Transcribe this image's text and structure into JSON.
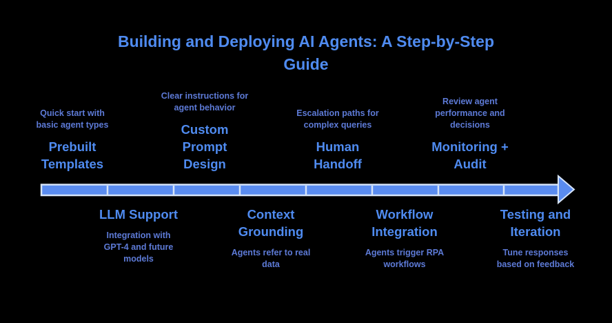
{
  "title": "Building and Deploying AI Agents: A Step-by-Step\nGuide",
  "colors": {
    "background": "#000000",
    "title_text": "#4f8bf0",
    "milestone_title": "#4f8bf0",
    "description_text": "#5d7ad6",
    "arrow_fill": "#5a8cf0",
    "arrow_outline": "#d6e4f8"
  },
  "timeline": {
    "direction": "left-to-right",
    "segments": 8,
    "top_milestones": [
      {
        "title": "Prebuilt\nTemplates",
        "description": "Quick start with\nbasic agent types"
      },
      {
        "title": "Custom\nPrompt\nDesign",
        "description": "Clear instructions for\nagent behavior"
      },
      {
        "title": "Human\nHandoff",
        "description": "Escalation paths for\ncomplex queries"
      },
      {
        "title": "Monitoring +\nAudit",
        "description": "Review agent\nperformance and\ndecisions"
      }
    ],
    "bottom_milestones": [
      {
        "title": "LLM Support",
        "description": "Integration with\nGPT-4 and future\nmodels"
      },
      {
        "title": "Context\nGrounding",
        "description": "Agents refer to real\ndata"
      },
      {
        "title": "Workflow\nIntegration",
        "description": "Agents trigger RPA\nworkflows"
      },
      {
        "title": "Testing and\nIteration",
        "description": "Tune responses\nbased on feedback"
      }
    ]
  }
}
